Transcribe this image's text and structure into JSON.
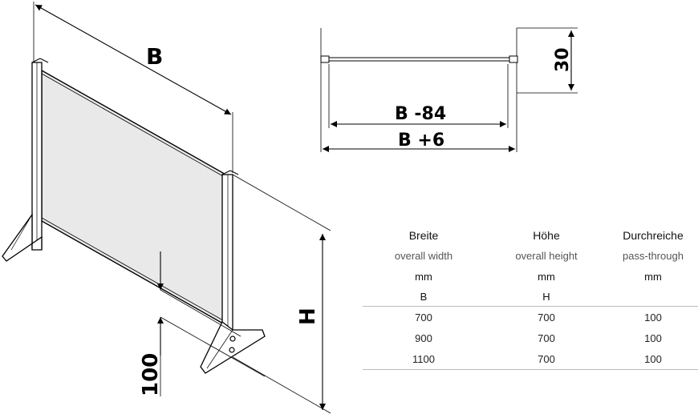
{
  "diagram": {
    "labels": {
      "width": "B",
      "height": "H",
      "passthrough": "100",
      "top_view_depth": "30",
      "top_view_inner": "B -84",
      "top_view_outer": "B +6"
    }
  },
  "table": {
    "headers": [
      {
        "main": "Breite",
        "sub": "overall width",
        "unit": "mm",
        "symbol": "B"
      },
      {
        "main": "Höhe",
        "sub": "overall height",
        "unit": "mm",
        "symbol": "H"
      },
      {
        "main": "Durchreiche",
        "sub": "pass-through",
        "unit": "mm",
        "symbol": ""
      }
    ],
    "rows": [
      [
        "700",
        "700",
        "100"
      ],
      [
        "900",
        "700",
        "100"
      ],
      [
        "1100",
        "700",
        "100"
      ]
    ]
  }
}
